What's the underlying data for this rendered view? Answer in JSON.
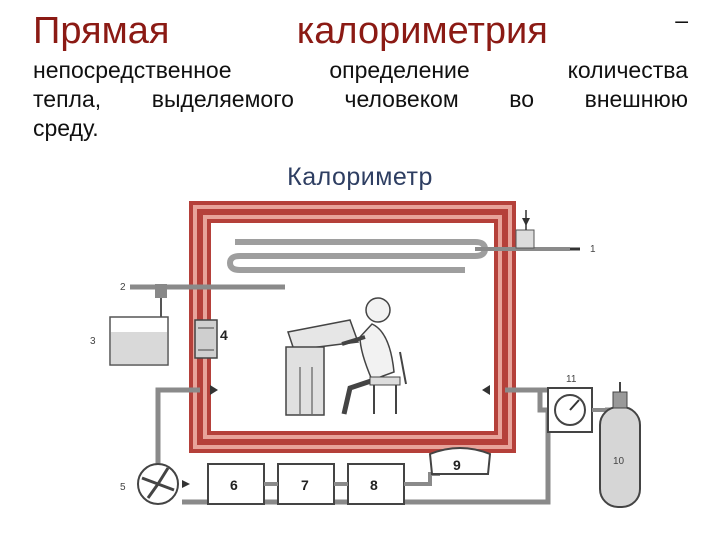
{
  "definition": {
    "term": "Прямая калориметрия",
    "term_word1": "Прямая",
    "term_word2": "калориметрия",
    "dash": "–",
    "line2": [
      "непосредственное",
      "определение",
      "количества"
    ],
    "line3": [
      "тепла,",
      "выделяемого",
      "человеком",
      "во",
      "внешнюю"
    ],
    "line4": "среду."
  },
  "figure": {
    "caption": "Калориметр",
    "labels": [
      "1",
      "2",
      "3",
      "4",
      "5",
      "6",
      "7",
      "8",
      "9",
      "10",
      "11"
    ]
  },
  "colors": {
    "term": "#8b1a14",
    "caption": "#2e3e62",
    "chamber_wall": "#b5403a",
    "chamber_stripe": "#e8a39a"
  }
}
